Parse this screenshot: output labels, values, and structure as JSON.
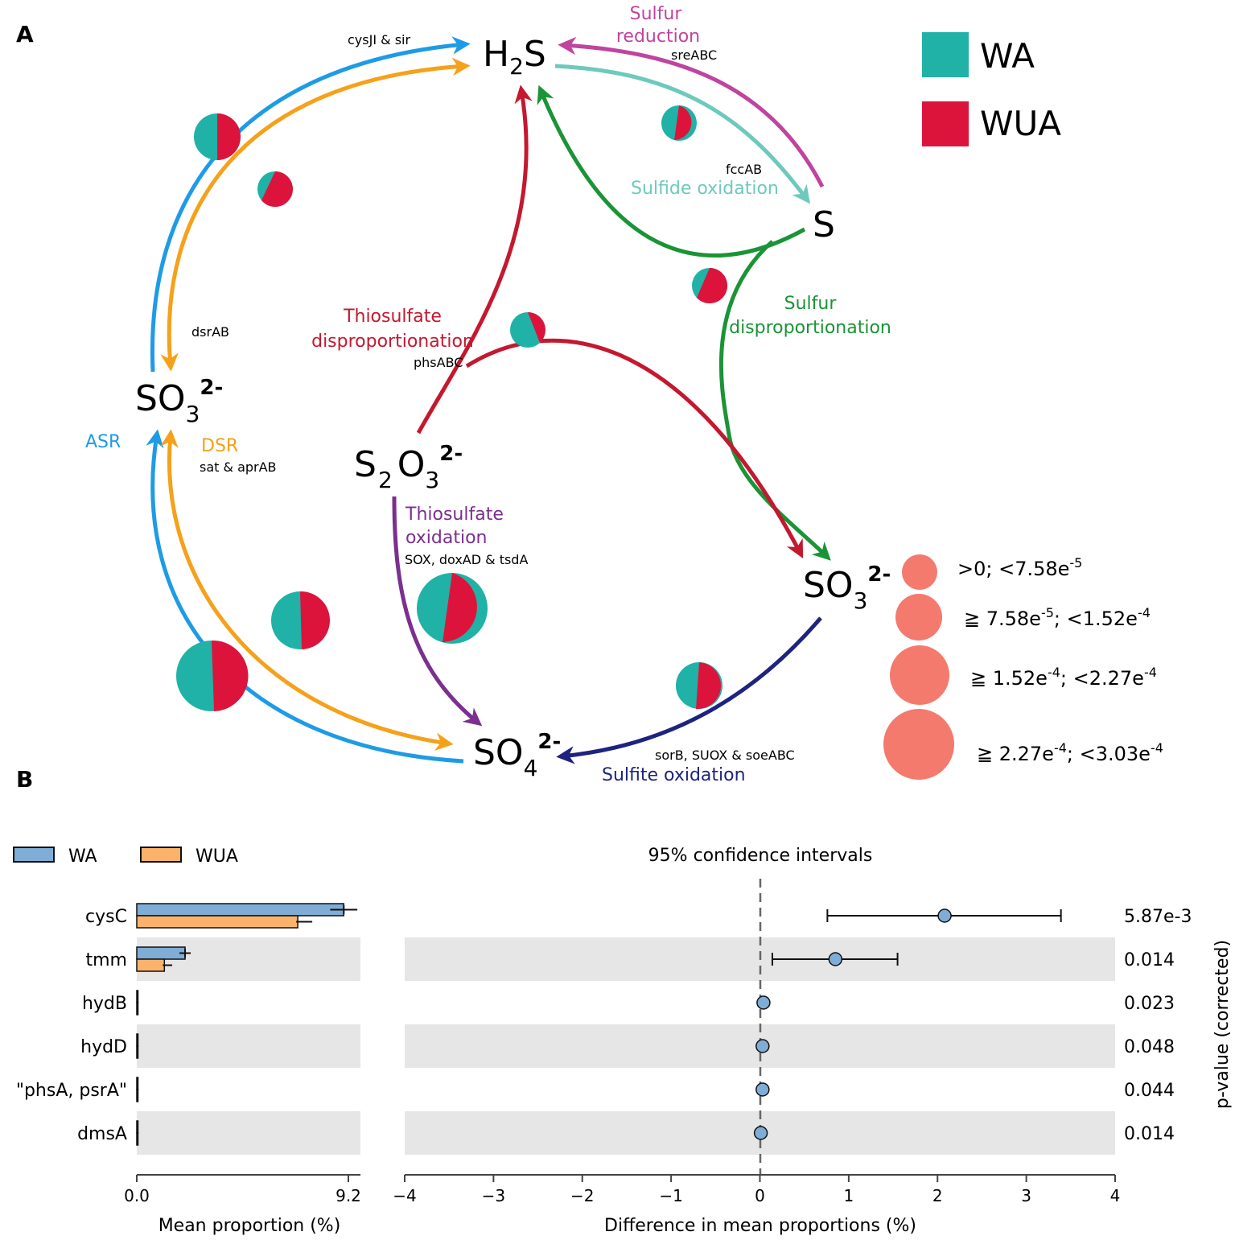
{
  "panel_a": {
    "label": "A",
    "compounds": {
      "h2s": {
        "main": "H",
        "sub": "2",
        "tail": "S"
      },
      "s": "S",
      "so3_left": {
        "main": "SO",
        "sub": "3",
        "sup": "2-"
      },
      "s2o3": {
        "a": "S",
        "sub1": "2",
        "b": "O",
        "sub2": "3",
        "sup": "2-"
      },
      "so3_right": {
        "main": "SO",
        "sub": "3",
        "sup": "2-"
      },
      "so4": {
        "main": "SO",
        "sub": "4",
        "sup": "2-"
      }
    },
    "pathways": {
      "sulfur_reduction_1": "Sulfur",
      "sulfur_reduction_2": "reduction",
      "sulfide_oxidation": "Sulfide oxidation",
      "sulfur_disproportionation_1": "Sulfur",
      "sulfur_disproportionation_2": "disproportionation",
      "thiosulfate_disproportionation_1": "Thiosulfate",
      "thiosulfate_disproportionation_2": "disproportionation",
      "thiosulfate_oxidation_1": "Thiosulfate",
      "thiosulfate_oxidation_2": "oxidation",
      "sulfite_oxidation": "Sulfite oxidation",
      "asr": "ASR",
      "dsr": "DSR"
    },
    "genes": {
      "cysjisir": "cysJI & sir",
      "sreabc": "sreABC",
      "fccab": "fccAB",
      "dsrab": "dsrAB",
      "phsabc": "phsABC",
      "sataprab": "sat & aprAB",
      "sox": "SOX, doxAD & tsdA",
      "sorb": "sorB, SUOX & soeABC"
    },
    "legend": {
      "wa": "WA",
      "wua": "WUA"
    },
    "size_legend": {
      "l1_a": ">0; <7.58e",
      "l1_sup": "-5",
      "l2_a": "≧ 7.58e",
      "l2_sup1": "-5",
      "l2_b": "; <1.52e",
      "l2_sup2": "-4",
      "l3_a": "≧ 1.52e",
      "l3_sup1": "-4",
      "l3_b": "; <2.27e",
      "l3_sup2": "-4",
      "l4_a": "≧ 2.27e",
      "l4_sup1": "-4",
      "l4_b": "; <3.03e",
      "l4_sup2": "-4"
    },
    "colors": {
      "wa": "#20b2a6",
      "wua": "#dc143c",
      "size": "#f47a6e"
    }
  },
  "panel_b": {
    "label": "B",
    "legend": {
      "wa": "WA",
      "wua": "WUA"
    },
    "ci_title": "95% confidence intervals",
    "left_xlabel": "Mean proportion (%)",
    "right_xlabel": "Difference in mean proportions (%)",
    "pvalue_label": "p-value (corrected)",
    "colors": {
      "wa": "#7fadd5",
      "wua": "#fbb36b"
    }
  },
  "chart_data": {
    "type": "bar",
    "categories": [
      "cysC",
      "tmm",
      "hydB",
      "hydD",
      "\"phsA, psrA\"",
      "dmsA"
    ],
    "series": [
      {
        "name": "WA",
        "values": [
          9.0,
          2.1,
          0.05,
          0.04,
          0.03,
          0.02
        ]
      },
      {
        "name": "WUA",
        "values": [
          7.0,
          1.2,
          0.03,
          0.02,
          0.02,
          0.01
        ]
      }
    ],
    "left_ticks": [
      "0.0",
      "9.2"
    ],
    "left_xlim": [
      0,
      9.2
    ],
    "difference": [
      2.08,
      0.85,
      0.04,
      0.03,
      0.03,
      0.01
    ],
    "ci_low": [
      0.76,
      0.14,
      null,
      null,
      null,
      null
    ],
    "ci_high": [
      3.39,
      1.55,
      null,
      null,
      null,
      null
    ],
    "diff_xlim": [
      -4,
      4
    ],
    "diff_ticks": [
      "−4",
      "−3",
      "−2",
      "−1",
      "0",
      "1",
      "2",
      "3",
      "4"
    ],
    "p_values": [
      "5.87e-3",
      "0.014",
      "0.023",
      "0.048",
      "0.044",
      "0.014"
    ]
  }
}
